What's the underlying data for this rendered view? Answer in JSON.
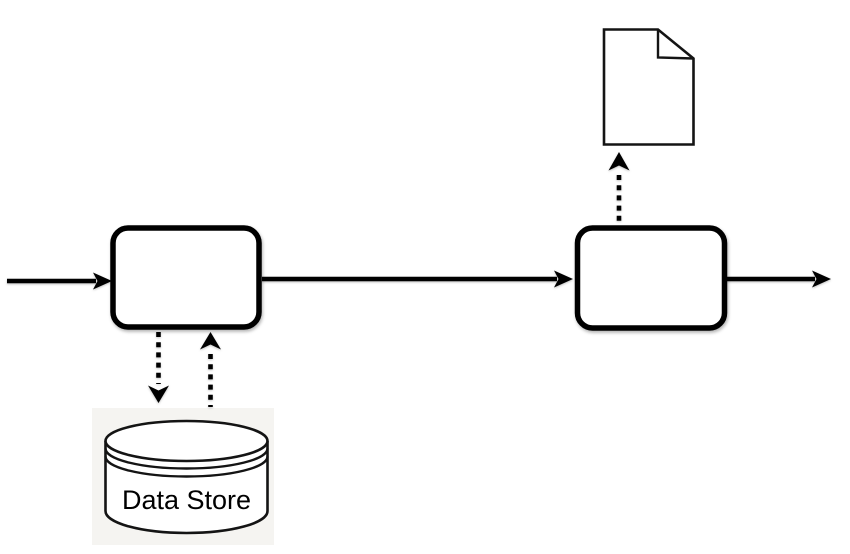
{
  "colors": {
    "background": "#ffffff",
    "line": "#000000",
    "shape_fill": "#ffffff",
    "panel_bg": "#f5f4f1"
  },
  "diagram": {
    "type": "process-flow",
    "nodes": [
      {
        "id": "process-1",
        "kind": "rounded-process-box",
        "label": ""
      },
      {
        "id": "process-2",
        "kind": "rounded-process-box",
        "label": ""
      },
      {
        "id": "data-store",
        "kind": "cylinder",
        "label": "Data Store"
      },
      {
        "id": "document",
        "kind": "document-file",
        "label": ""
      }
    ],
    "edges": [
      {
        "from": "external-left",
        "to": "process-1",
        "style": "solid"
      },
      {
        "from": "process-1",
        "to": "process-2",
        "style": "solid"
      },
      {
        "from": "process-2",
        "to": "external-right",
        "style": "solid"
      },
      {
        "from": "process-1",
        "to": "data-store",
        "style": "dashed"
      },
      {
        "from": "data-store",
        "to": "process-1",
        "style": "dashed"
      },
      {
        "from": "process-2",
        "to": "document",
        "style": "dashed"
      }
    ],
    "icons": {
      "data_store": "cylinder-database-icon",
      "document": "document-file-icon"
    }
  }
}
